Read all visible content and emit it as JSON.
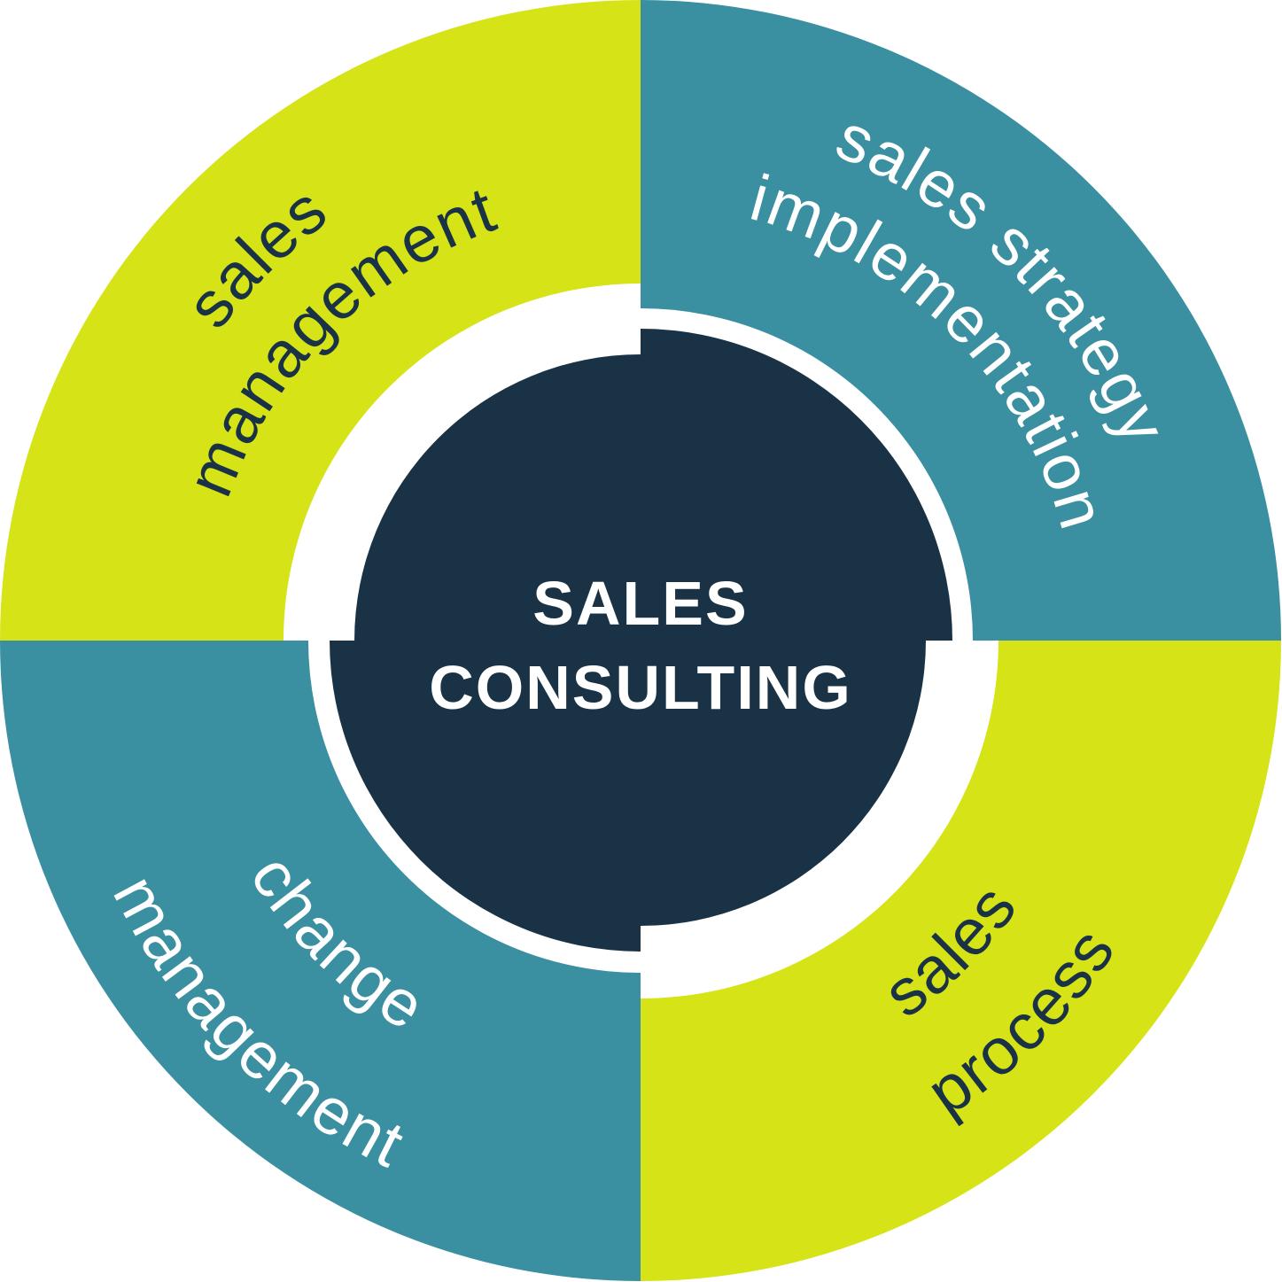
{
  "center": {
    "line1": "SALES",
    "line2": "CONSULTING"
  },
  "segments": [
    {
      "id": "sales-management",
      "lines": [
        "sales",
        "management"
      ],
      "color": "#d5e317",
      "text_color": "#1a3245"
    },
    {
      "id": "sales-strategy-implementation",
      "lines": [
        "sales strategy",
        "implementation"
      ],
      "color": "#3a8fa0",
      "text_color": "#ffffff"
    },
    {
      "id": "sales-process",
      "lines": [
        "sales",
        "process"
      ],
      "color": "#d5e317",
      "text_color": "#1a3245"
    },
    {
      "id": "change-management",
      "lines": [
        "change",
        "management"
      ],
      "color": "#3a8fa0",
      "text_color": "#ffffff"
    }
  ],
  "colors": {
    "core": "#1a3245",
    "background": "#ffffff"
  }
}
